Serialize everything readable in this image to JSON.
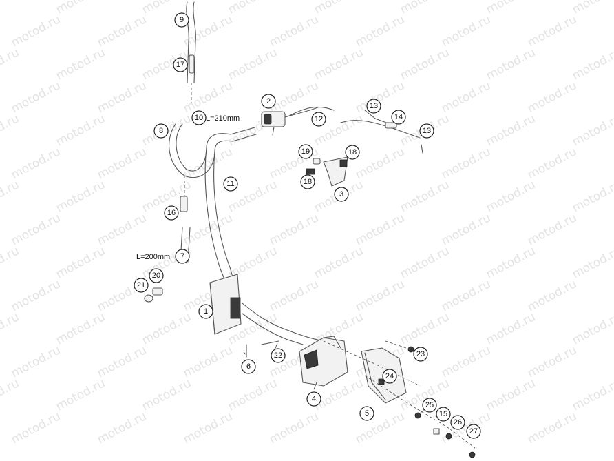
{
  "diagram": {
    "watermark": "motod.ru",
    "callouts": [
      {
        "id": "9",
        "label": "9"
      },
      {
        "id": "17",
        "label": "17"
      },
      {
        "id": "10",
        "label": "10"
      },
      {
        "id": "8",
        "label": "8"
      },
      {
        "id": "2",
        "label": "2"
      },
      {
        "id": "12",
        "label": "12"
      },
      {
        "id": "13a",
        "label": "13"
      },
      {
        "id": "14",
        "label": "14"
      },
      {
        "id": "13b",
        "label": "13"
      },
      {
        "id": "19",
        "label": "19"
      },
      {
        "id": "18a",
        "label": "18"
      },
      {
        "id": "18b",
        "label": "18"
      },
      {
        "id": "3",
        "label": "3"
      },
      {
        "id": "11",
        "label": "11"
      },
      {
        "id": "16",
        "label": "16"
      },
      {
        "id": "7",
        "label": "7"
      },
      {
        "id": "20",
        "label": "20"
      },
      {
        "id": "21",
        "label": "21"
      },
      {
        "id": "1",
        "label": "1"
      },
      {
        "id": "6",
        "label": "6"
      },
      {
        "id": "22",
        "label": "22"
      },
      {
        "id": "23",
        "label": "23"
      },
      {
        "id": "24",
        "label": "24"
      },
      {
        "id": "4",
        "label": "4"
      },
      {
        "id": "25",
        "label": "25"
      },
      {
        "id": "5",
        "label": "5"
      },
      {
        "id": "15",
        "label": "15"
      },
      {
        "id": "26",
        "label": "26"
      },
      {
        "id": "27",
        "label": "27"
      }
    ],
    "lengths": [
      {
        "id": "len10",
        "text": "L=210mm"
      },
      {
        "id": "len7",
        "text": "L=200mm"
      }
    ]
  }
}
